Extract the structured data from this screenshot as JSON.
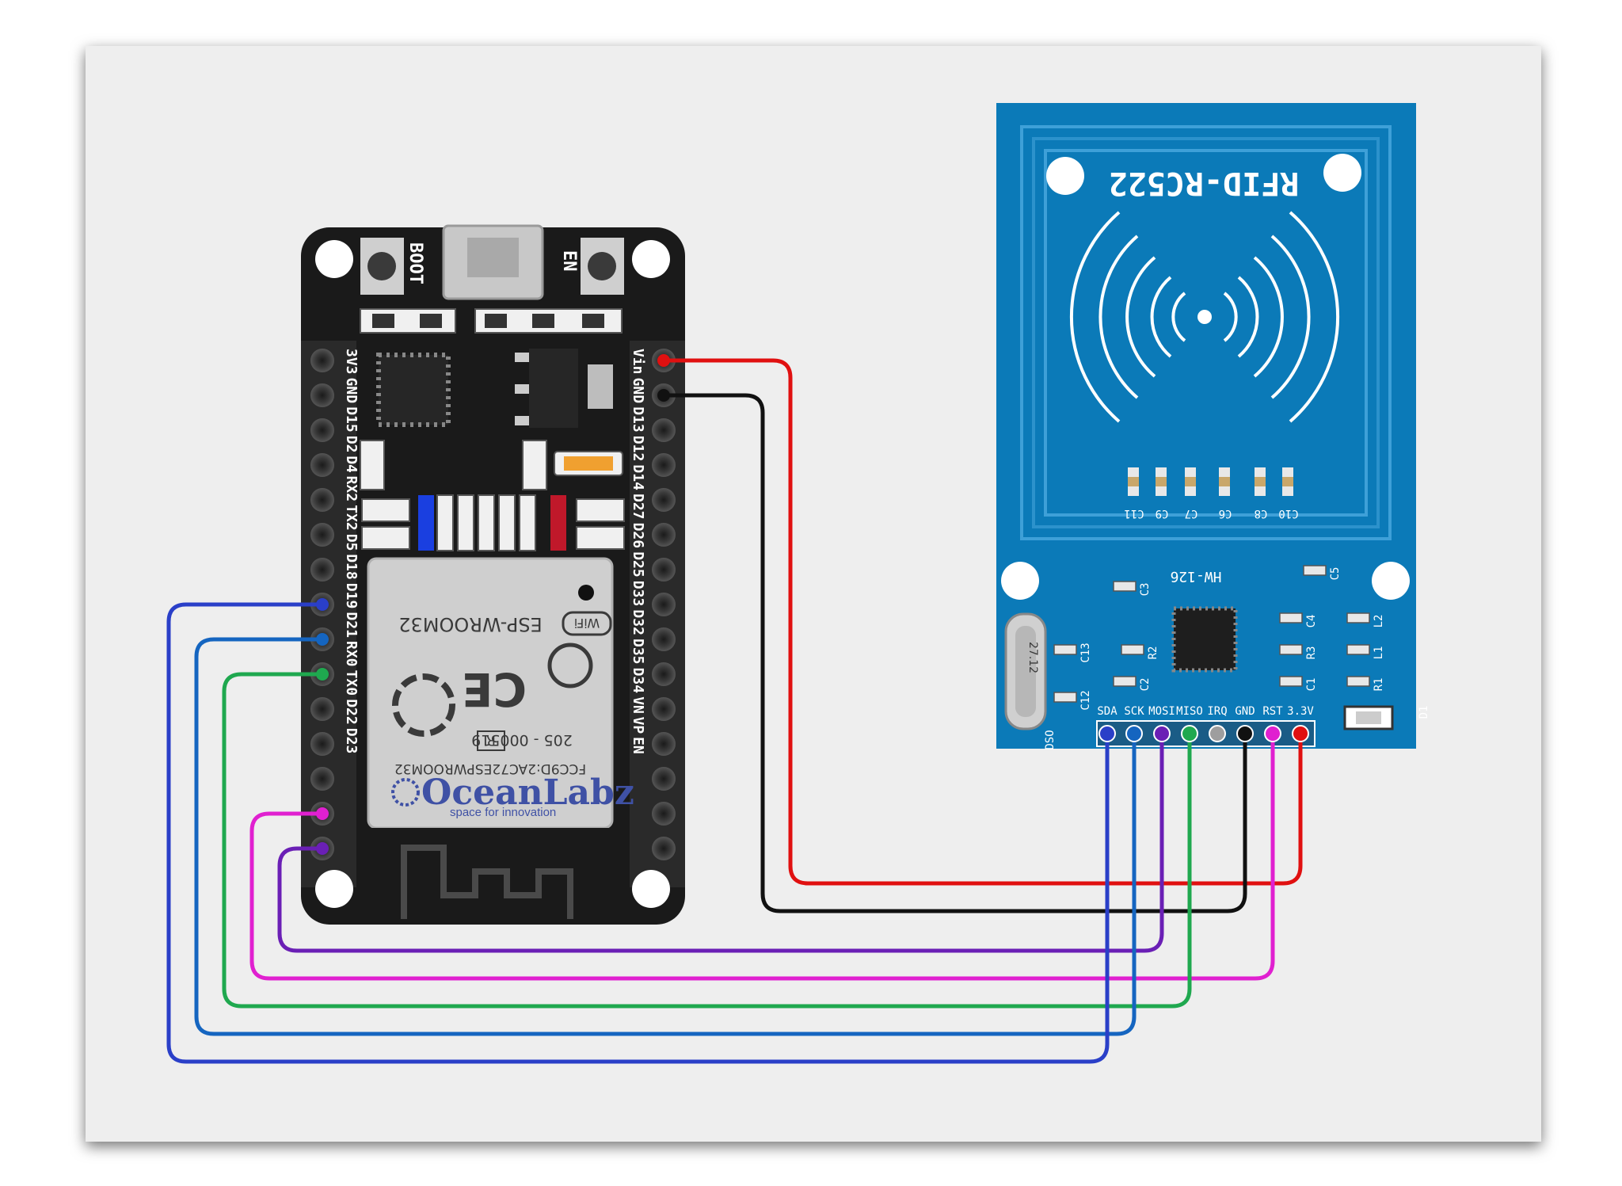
{
  "esp32": {
    "button_boot": "BOOT",
    "button_en": "EN",
    "left_pins": [
      "3V3",
      "GND",
      "D15",
      "D2",
      "D4",
      "RX2",
      "TX2",
      "D5",
      "D18",
      "D19",
      "D21",
      "RX0",
      "TX0",
      "D22",
      "D23"
    ],
    "right_pins": [
      "Vin",
      "GND",
      "D13",
      "D12",
      "D14",
      "D27",
      "D26",
      "D25",
      "D33",
      "D32",
      "D35",
      "D34",
      "VN",
      "VP",
      "EN"
    ],
    "module": {
      "fcc": "FCC9D:2AC72ESPWROOM32",
      "cert": "205 - 000519",
      "r_mark": "R",
      "ce_mark": "CE",
      "model": "ESP-WROOM32",
      "wifi": "WiFi",
      "brand": "OceanLabz",
      "tagline": "space for innovation"
    }
  },
  "rfid": {
    "title": "RFID-RC522",
    "board_id": "HW-126",
    "pins": [
      "SDA",
      "SCK",
      "MOSI",
      "MISO",
      "IRQ",
      "GND",
      "RST",
      "3.3V"
    ],
    "pin_colors": [
      "#2a3fc8",
      "#1565c0",
      "#6a1fb5",
      "#1fa84f",
      "#9e9e9e",
      "#111111",
      "#e020d0",
      "#e01010"
    ],
    "caps_top": [
      "C11",
      "C9",
      "C7",
      "C6",
      "C8",
      "C10"
    ],
    "components": [
      "C5",
      "C4",
      "C3",
      "R2",
      "R3",
      "C1",
      "C2",
      "C13",
      "C12",
      "L2",
      "L1",
      "R1",
      "D1",
      "DSO"
    ],
    "crystal": "27.12"
  },
  "wires": [
    {
      "from": "Vin",
      "to": "3.3V",
      "color": "#e01010"
    },
    {
      "from": "GND",
      "to": "GND",
      "color": "#111111"
    },
    {
      "from": "D23",
      "to": "MOSI",
      "color": "#6a1fb5"
    },
    {
      "from": "D22",
      "to": "RST",
      "color": "#e020d0"
    },
    {
      "from": "D19",
      "to": "MISO",
      "color": "#1fa84f"
    },
    {
      "from": "D18",
      "to": "SCK",
      "color": "#1565c0"
    },
    {
      "from": "D5",
      "to": "SDA",
      "color": "#2a3fc8"
    }
  ]
}
